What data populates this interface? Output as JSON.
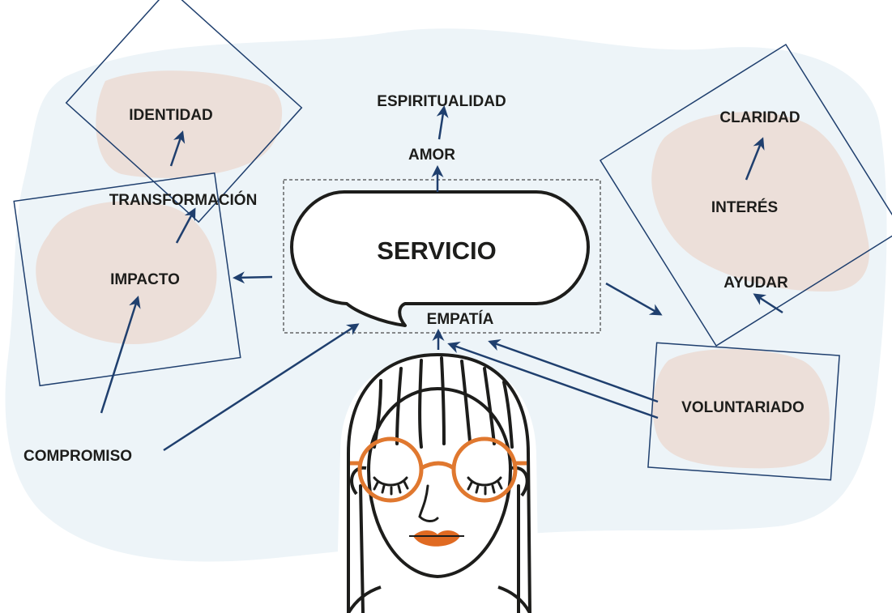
{
  "center": {
    "label": "SERVICIO"
  },
  "concepts": {
    "espiritualidad": "ESPIRITUALIDAD",
    "amor": "AMOR",
    "empatia": "EMPATÍA",
    "identidad": "IDENTIDAD",
    "transformacion": "TRANSFORMACIÓN",
    "impacto": "IMPACTO",
    "compromiso": "COMPROMISO",
    "claridad": "CLARIDAD",
    "interes": "INTERÉS",
    "ayudar": "AYUDAR",
    "voluntariado": "VOLUNTARIADO"
  },
  "colors": {
    "background_blob": "#edf4f8",
    "beige_blob": "#ecdfd9",
    "frame_line": "#1f3f6e",
    "arrow": "#1f3f6e",
    "text": "#1d1d1b",
    "glasses": "#e0782f",
    "lips": "#e06a22"
  },
  "illustration": {
    "subject": "woman-with-closed-eyes-and-round-glasses"
  }
}
